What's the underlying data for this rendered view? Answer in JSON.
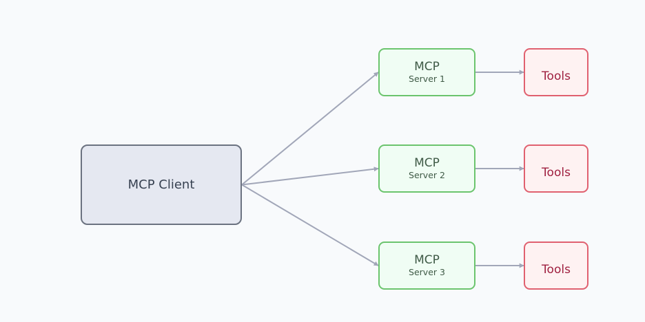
{
  "client": {
    "label": "MCP Client"
  },
  "servers": [
    {
      "title": "MCP",
      "subtitle": "Server 1",
      "tools_label": "Tools"
    },
    {
      "title": "MCP",
      "subtitle": "Server 2",
      "tools_label": "Tools"
    },
    {
      "title": "MCP",
      "subtitle": "Server 3",
      "tools_label": "Tools"
    }
  ],
  "colors": {
    "background": "#f8fafc",
    "client_fill": "#e5e8f1",
    "client_border": "#6b7280",
    "server_fill": "#f0fdf4",
    "server_border": "#6bc46d",
    "tools_fill": "#fef2f2",
    "tools_border": "#e0606f",
    "connector": "#a1a6b8"
  }
}
